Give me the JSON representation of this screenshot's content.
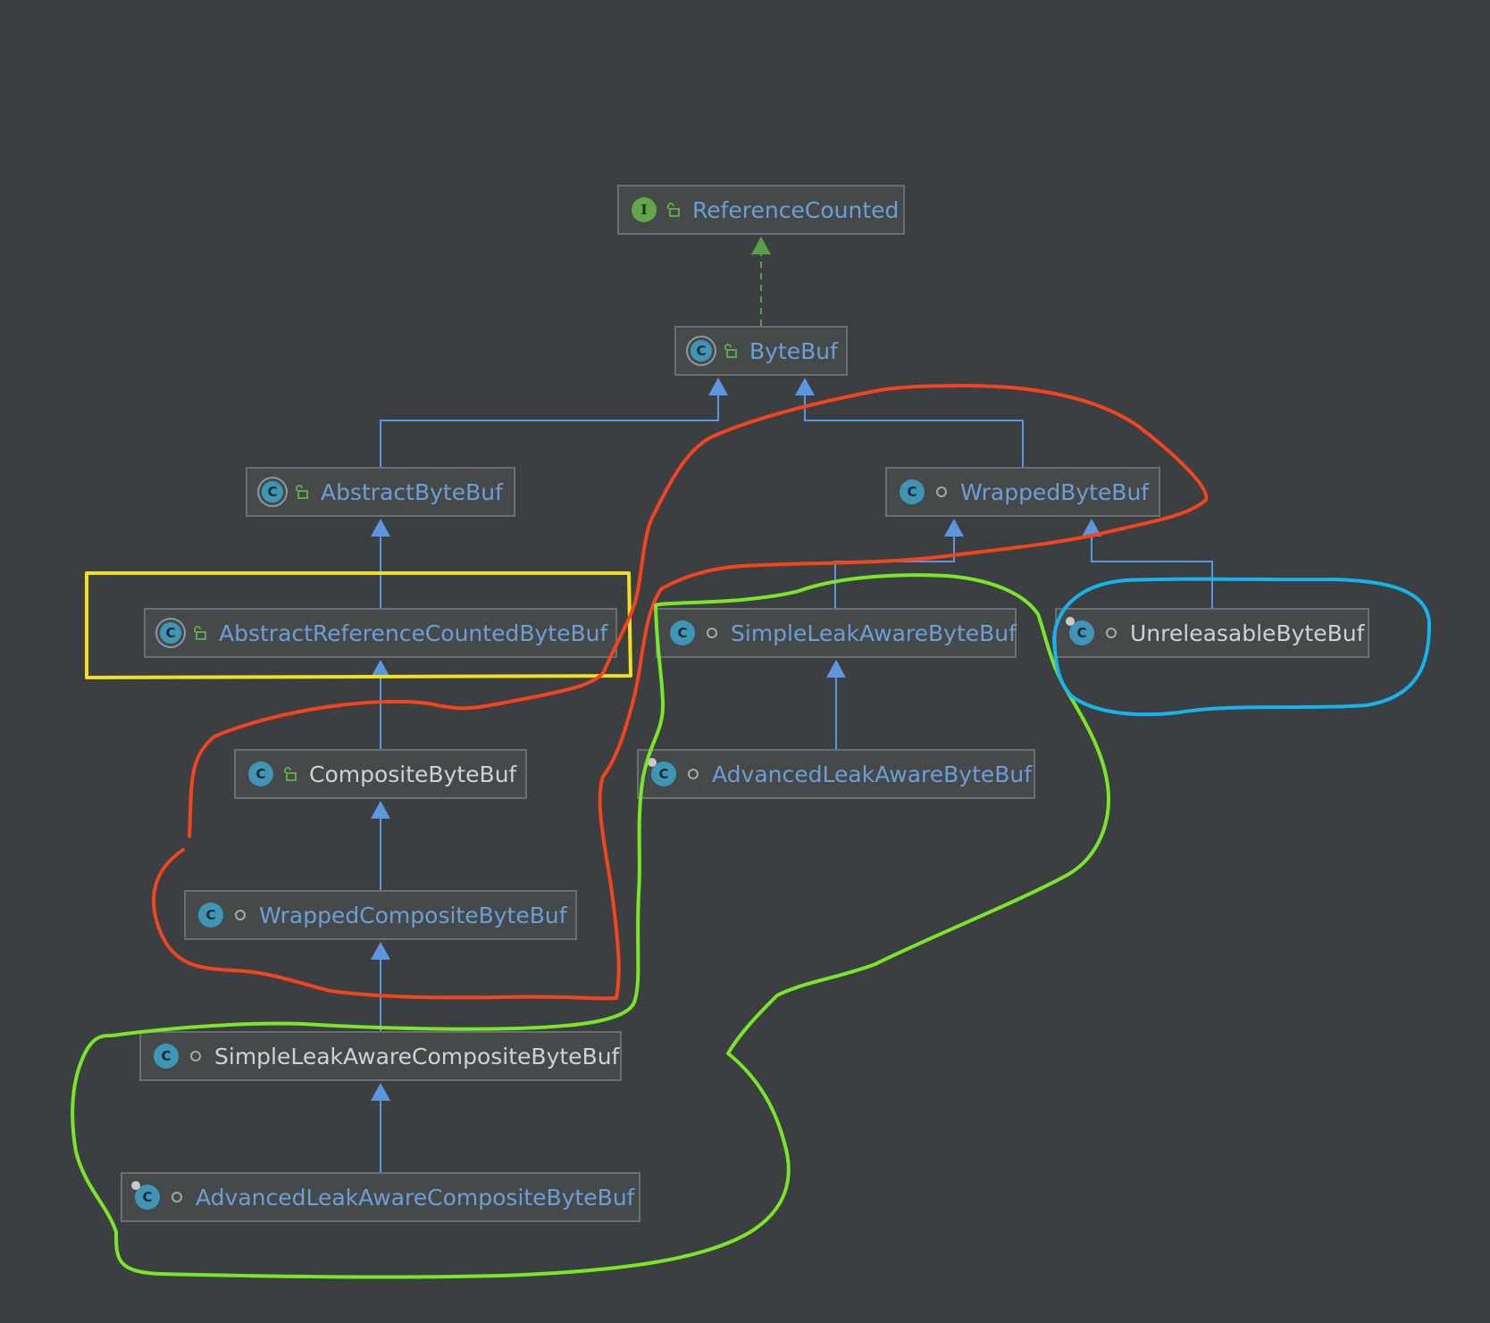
{
  "diagram": {
    "nodes": [
      {
        "id": "ReferenceCounted",
        "label": "ReferenceCounted",
        "kind": "interface",
        "kind_glyph": "I",
        "visibility": "public",
        "text_color": "#6d9fd6"
      },
      {
        "id": "ByteBuf",
        "label": "ByteBuf",
        "kind": "abstract",
        "kind_glyph": "C",
        "visibility": "public",
        "text_color": "#6d9fd6"
      },
      {
        "id": "AbstractByteBuf",
        "label": "AbstractByteBuf",
        "kind": "abstract",
        "kind_glyph": "C",
        "visibility": "public",
        "text_color": "#6d9fd6"
      },
      {
        "id": "WrappedByteBuf",
        "label": "WrappedByteBuf",
        "kind": "class",
        "kind_glyph": "C",
        "visibility": "package",
        "text_color": "#6d9fd6"
      },
      {
        "id": "AbstractReferenceCountedByteBuf",
        "label": "AbstractReferenceCountedByteBuf",
        "kind": "abstract",
        "kind_glyph": "C",
        "visibility": "public",
        "text_color": "#6d9fd6"
      },
      {
        "id": "SimpleLeakAwareByteBuf",
        "label": "SimpleLeakAwareByteBuf",
        "kind": "class",
        "kind_glyph": "C",
        "visibility": "package",
        "text_color": "#6d9fd6"
      },
      {
        "id": "UnreleasableByteBuf",
        "label": "UnreleasableByteBuf",
        "kind": "inner",
        "kind_glyph": "C",
        "visibility": "package",
        "text_color": "#cfd2d4"
      },
      {
        "id": "CompositeByteBuf",
        "label": "CompositeByteBuf",
        "kind": "class",
        "kind_glyph": "C",
        "visibility": "public",
        "text_color": "#cfd2d4"
      },
      {
        "id": "AdvancedLeakAwareByteBuf",
        "label": "AdvancedLeakAwareByteBuf",
        "kind": "inner",
        "kind_glyph": "C",
        "visibility": "package",
        "text_color": "#6d9fd6"
      },
      {
        "id": "WrappedCompositeByteBuf",
        "label": "WrappedCompositeByteBuf",
        "kind": "class",
        "kind_glyph": "C",
        "visibility": "package",
        "text_color": "#6d9fd6"
      },
      {
        "id": "SimpleLeakAwareCompositeByteBuf",
        "label": "SimpleLeakAwareCompositeByteBuf",
        "kind": "class",
        "kind_glyph": "C",
        "visibility": "package",
        "text_color": "#cfd2d4"
      },
      {
        "id": "AdvancedLeakAwareCompositeByteBuf",
        "label": "AdvancedLeakAwareCompositeByteBuf",
        "kind": "inner",
        "kind_glyph": "C",
        "visibility": "package",
        "text_color": "#6d9fd6"
      }
    ],
    "edges": [
      {
        "from": "ByteBuf",
        "to": "ReferenceCounted",
        "type": "implements"
      },
      {
        "from": "AbstractByteBuf",
        "to": "ByteBuf",
        "type": "extends"
      },
      {
        "from": "WrappedByteBuf",
        "to": "ByteBuf",
        "type": "extends"
      },
      {
        "from": "AbstractReferenceCountedByteBuf",
        "to": "AbstractByteBuf",
        "type": "extends"
      },
      {
        "from": "SimpleLeakAwareByteBuf",
        "to": "WrappedByteBuf",
        "type": "extends"
      },
      {
        "from": "UnreleasableByteBuf",
        "to": "WrappedByteBuf",
        "type": "extends"
      },
      {
        "from": "CompositeByteBuf",
        "to": "AbstractReferenceCountedByteBuf",
        "type": "extends"
      },
      {
        "from": "AdvancedLeakAwareByteBuf",
        "to": "SimpleLeakAwareByteBuf",
        "type": "extends"
      },
      {
        "from": "WrappedCompositeByteBuf",
        "to": "CompositeByteBuf",
        "type": "extends"
      },
      {
        "from": "SimpleLeakAwareCompositeByteBuf",
        "to": "WrappedCompositeByteBuf",
        "type": "extends"
      },
      {
        "from": "AdvancedLeakAwareCompositeByteBuf",
        "to": "SimpleLeakAwareCompositeByteBuf",
        "type": "extends"
      }
    ],
    "colors": {
      "background": "#3c3f41",
      "extends_edge": "#5c96e0",
      "implements_edge": "#5a9e48",
      "highlight_red": "#f2441e",
      "highlight_green": "#79e62a",
      "highlight_yellow": "#f2e020",
      "highlight_blue": "#15b4ea"
    }
  }
}
